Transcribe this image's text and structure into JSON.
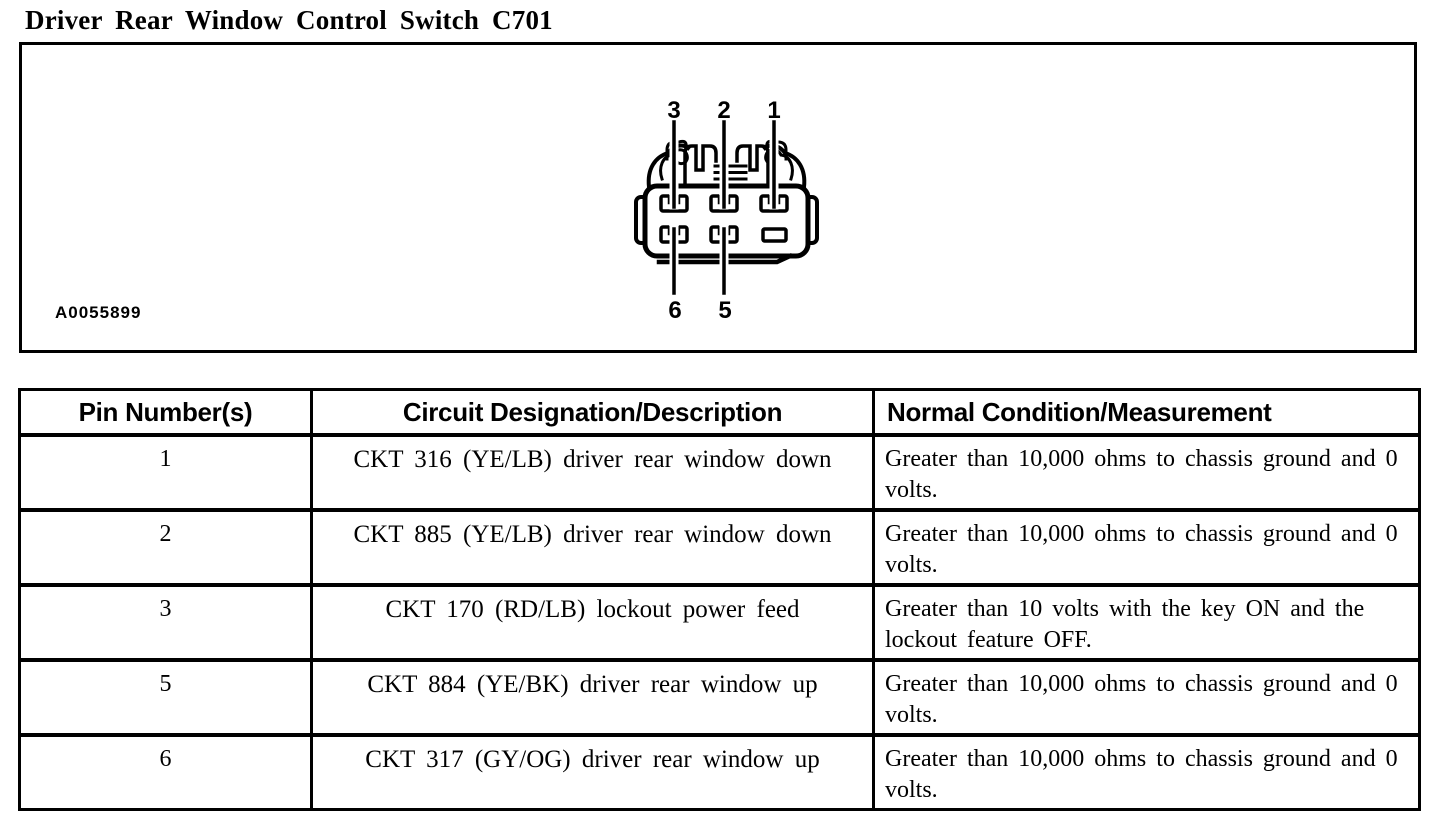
{
  "page": {
    "title": "Driver Rear Window Control Switch C701"
  },
  "figure": {
    "image_label": "A0055899",
    "connector": {
      "top_pin_labels": [
        "3",
        "2",
        "1"
      ],
      "bottom_pin_labels": [
        "6",
        "5"
      ]
    }
  },
  "table": {
    "headers": {
      "pin": "Pin Number(s)",
      "circuit": "Circuit Designation/Description",
      "condition": "Normal Condition/Measurement"
    },
    "rows": [
      {
        "pin": "1",
        "circuit": "CKT 316 (YE/LB) driver rear window down",
        "condition": "Greater than 10,000 ohms to chassis ground and 0 volts."
      },
      {
        "pin": "2",
        "circuit": "CKT 885 (YE/LB) driver rear window down",
        "condition": "Greater than 10,000 ohms to chassis ground and 0 volts."
      },
      {
        "pin": "3",
        "circuit": "CKT 170 (RD/LB) lockout power feed",
        "condition": "Greater than 10 volts with the key ON and the lockout feature OFF."
      },
      {
        "pin": "5",
        "circuit": "CKT 884 (YE/BK) driver rear window up",
        "condition": "Greater than 10,000 ohms to chassis ground and 0 volts."
      },
      {
        "pin": "6",
        "circuit": "CKT 317 (GY/OG) driver rear window up",
        "condition": "Greater than 10,000 ohms to chassis ground and 0 volts."
      }
    ]
  },
  "colors": {
    "ink": "#000000",
    "paper": "#ffffff"
  }
}
